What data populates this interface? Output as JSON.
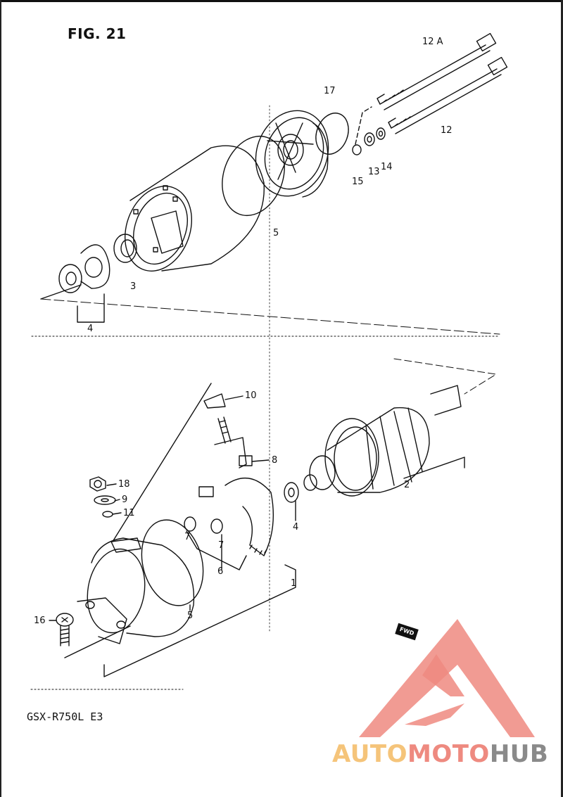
{
  "figure": {
    "title": "FIG. 21",
    "model": "GSX-R750L E3"
  },
  "callouts": [
    {
      "id": "12a",
      "label": "12 A"
    },
    {
      "id": "12",
      "label": "12"
    },
    {
      "id": "17",
      "label": "17"
    },
    {
      "id": "15",
      "label": "15"
    },
    {
      "id": "13",
      "label": "13"
    },
    {
      "id": "14",
      "label": "14"
    },
    {
      "id": "5-top",
      "label": "5"
    },
    {
      "id": "3",
      "label": "3"
    },
    {
      "id": "4-top",
      "label": "4"
    },
    {
      "id": "10",
      "label": "10"
    },
    {
      "id": "8",
      "label": "8"
    },
    {
      "id": "2",
      "label": "2"
    },
    {
      "id": "18",
      "label": "18"
    },
    {
      "id": "9",
      "label": "9"
    },
    {
      "id": "11",
      "label": "11"
    },
    {
      "id": "7a",
      "label": "7"
    },
    {
      "id": "7b",
      "label": "7"
    },
    {
      "id": "6",
      "label": "6"
    },
    {
      "id": "4-mid",
      "label": "4"
    },
    {
      "id": "1",
      "label": "1"
    },
    {
      "id": "5-bottom",
      "label": "5"
    },
    {
      "id": "16",
      "label": "16"
    }
  ],
  "direction_badge": "FWD",
  "watermark": {
    "part1": "AUTO",
    "part2": "MOTO",
    "part3": "HUB"
  },
  "colors": {
    "line": "#111111",
    "watermark_red": "#ee8a80",
    "watermark_orange": "#f5c47a",
    "watermark_gray": "#8a8a8a"
  }
}
